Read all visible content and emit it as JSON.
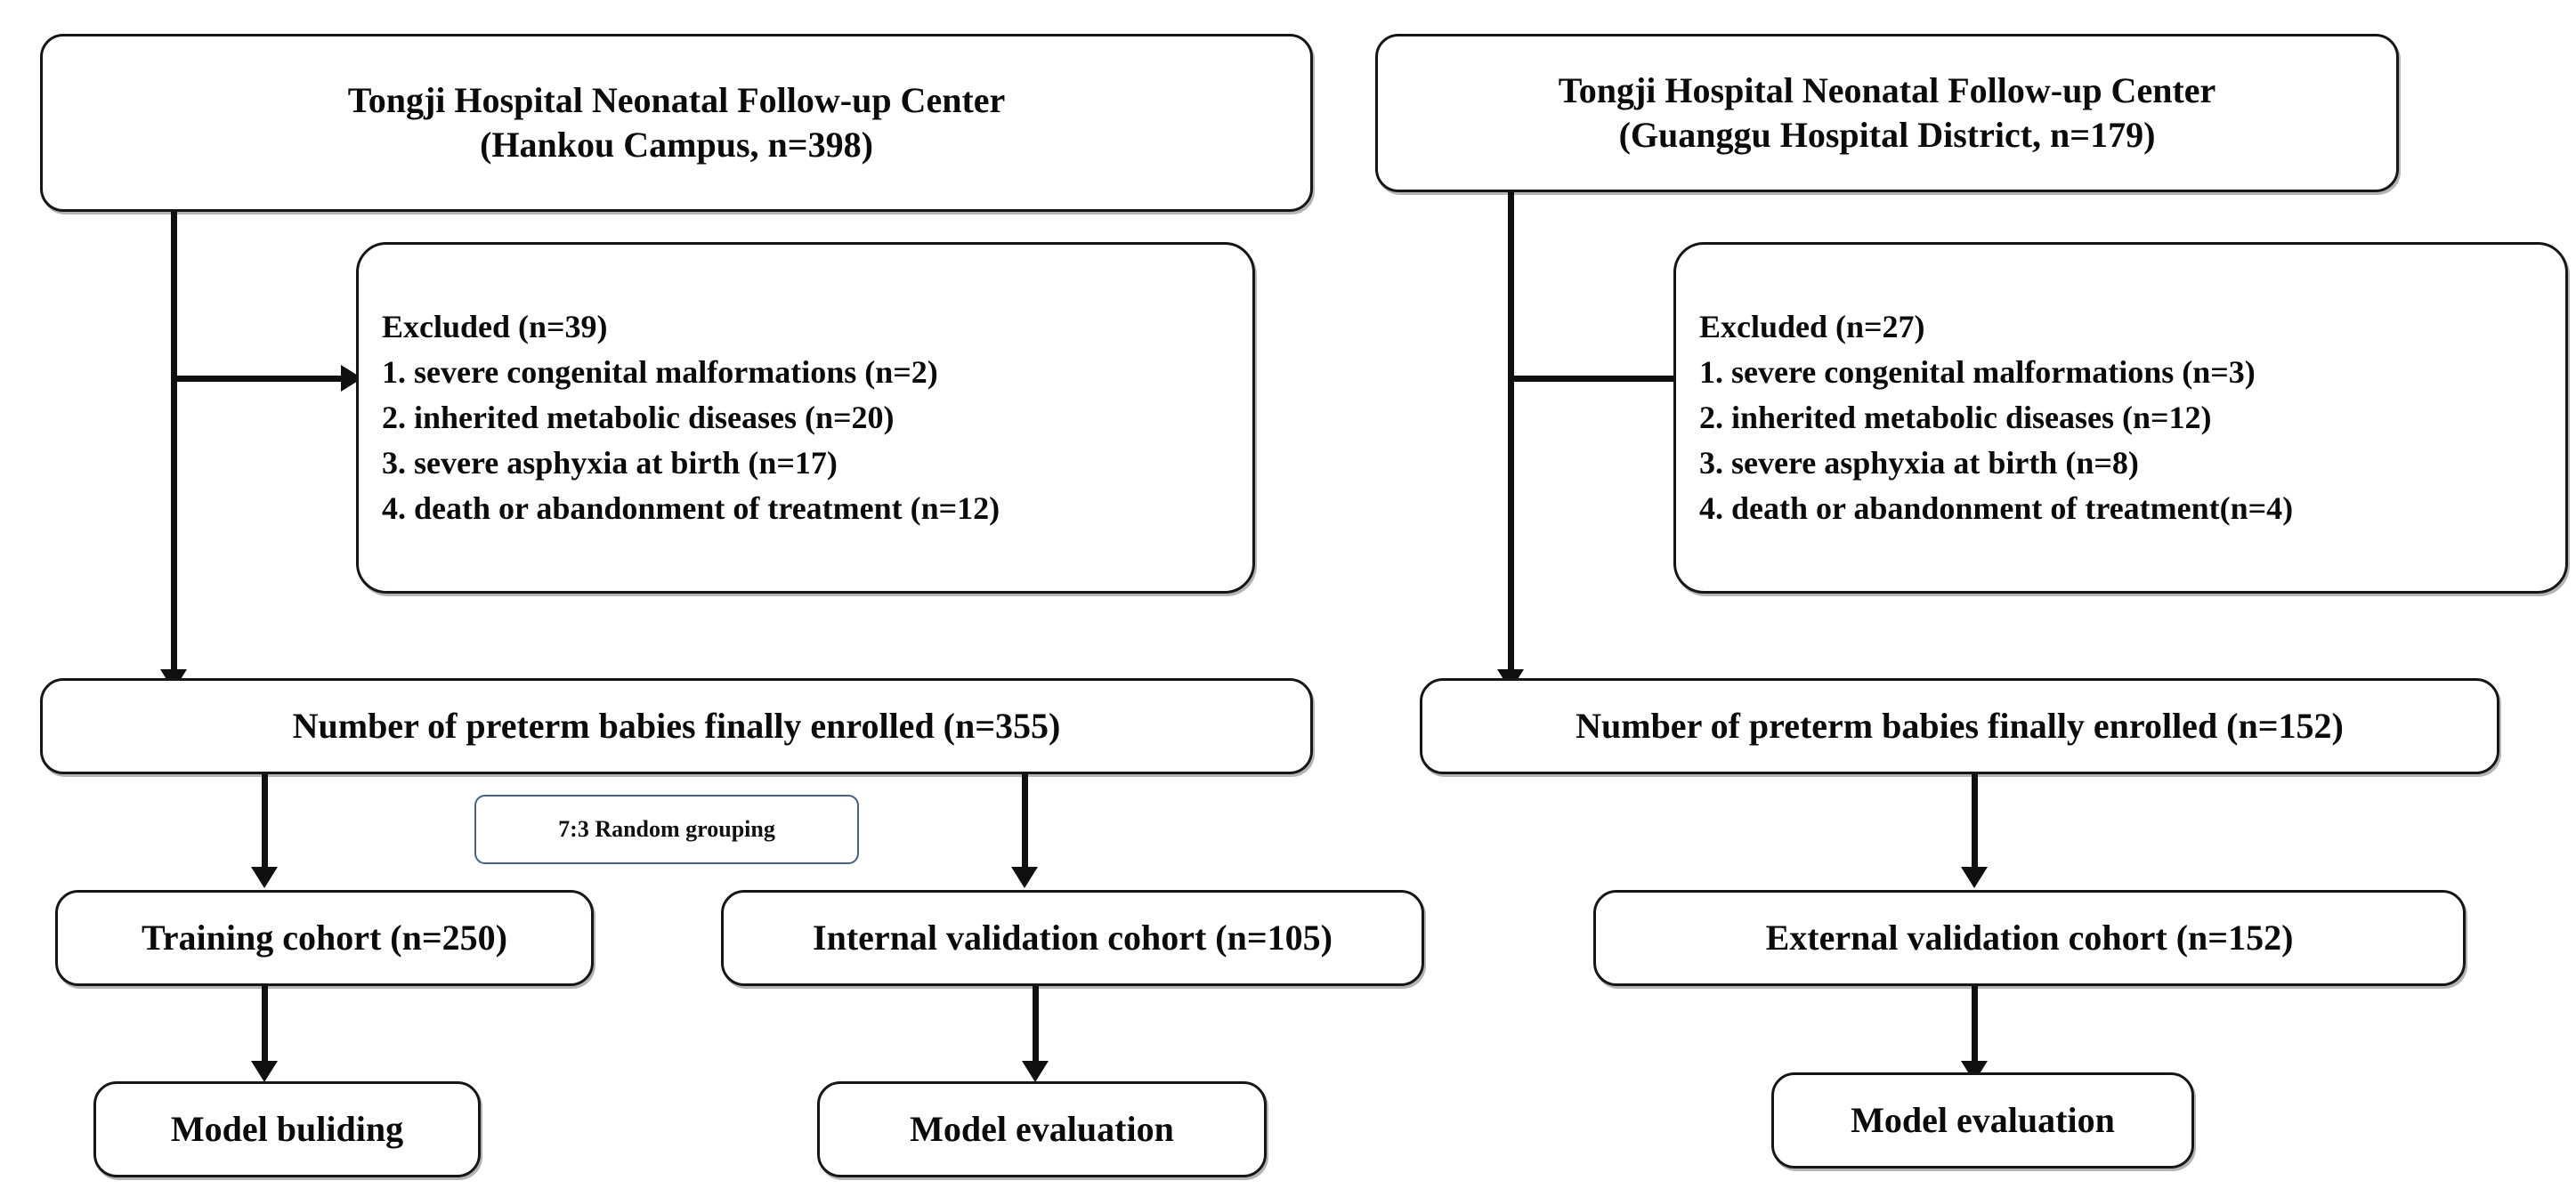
{
  "diagram": {
    "title": "Study flow diagram of preterm infant cohorts",
    "colors": {
      "box_border": "#161616",
      "note_border": "#41618a",
      "connector": "#101010",
      "background": "#ffffff",
      "text": "#0b0b0b"
    },
    "left_branch": {
      "source": {
        "line1": "Tongji Hospital Neonatal Follow-up Center",
        "line2": "(Hankou Campus, n=398)"
      },
      "excluded": {
        "heading": "Excluded (n=39)",
        "items": [
          "1. severe congenital malformations (n=2)",
          "2. inherited metabolic diseases (n=20)",
          "3. severe asphyxia at birth (n=17)",
          "4. death or abandonment of treatment (n=12)"
        ]
      },
      "enrolled": "Number of preterm babies finally enrolled (n=355)",
      "split_note": "7:3 Random grouping",
      "training_cohort": "Training cohort (n=250)",
      "internal_validation_cohort": "Internal validation cohort (n=105)",
      "model_building": "Model buliding",
      "model_evaluation": "Model evaluation"
    },
    "right_branch": {
      "source": {
        "line1": "Tongji Hospital Neonatal Follow-up Center",
        "line2": "(Guanggu Hospital District, n=179)"
      },
      "excluded": {
        "heading": "Excluded (n=27)",
        "items": [
          "1. severe congenital malformations (n=3)",
          "2. inherited metabolic diseases (n=12)",
          "3. severe asphyxia at birth (n=8)",
          "4. death or abandonment of treatment(n=4)"
        ]
      },
      "enrolled": "Number of preterm babies finally enrolled (n=152)",
      "external_validation_cohort": "External validation cohort (n=152)",
      "model_evaluation": "Model evaluation"
    },
    "chart_data": {
      "type": "diagram",
      "title": "Participant flow (CONSORT-style) diagram",
      "nodes": [
        {
          "id": "src_hankou",
          "label": "Tongji Hospital Neonatal Follow-up Center (Hankou Campus, n=398)",
          "n": 398
        },
        {
          "id": "excl_hankou",
          "label": "Excluded (n=39)",
          "n": 39
        },
        {
          "id": "enr_hankou",
          "label": "Number of preterm babies finally enrolled (n=355)",
          "n": 355
        },
        {
          "id": "training",
          "label": "Training cohort (n=250)",
          "n": 250
        },
        {
          "id": "internal",
          "label": "Internal validation cohort (n=105)",
          "n": 105
        },
        {
          "id": "model_build",
          "label": "Model buliding"
        },
        {
          "id": "model_eval_i",
          "label": "Model evaluation"
        },
        {
          "id": "src_guanggu",
          "label": "Tongji Hospital Neonatal Follow-up Center (Guanggu Hospital District, n=179)",
          "n": 179
        },
        {
          "id": "excl_guanggu",
          "label": "Excluded (n=27)",
          "n": 27
        },
        {
          "id": "enr_guanggu",
          "label": "Number of preterm babies finally enrolled (n=152)",
          "n": 152
        },
        {
          "id": "external",
          "label": "External validation cohort (n=152)",
          "n": 152
        },
        {
          "id": "model_eval_e",
          "label": "Model evaluation"
        }
      ],
      "edges": [
        {
          "from": "src_hankou",
          "to": "excl_hankou",
          "label": ""
        },
        {
          "from": "src_hankou",
          "to": "enr_hankou",
          "label": ""
        },
        {
          "from": "enr_hankou",
          "to": "training",
          "label": "7:3 Random grouping"
        },
        {
          "from": "enr_hankou",
          "to": "internal",
          "label": "7:3 Random grouping"
        },
        {
          "from": "training",
          "to": "model_build",
          "label": ""
        },
        {
          "from": "internal",
          "to": "model_eval_i",
          "label": ""
        },
        {
          "from": "src_guanggu",
          "to": "excl_guanggu",
          "label": ""
        },
        {
          "from": "src_guanggu",
          "to": "enr_guanggu",
          "label": ""
        },
        {
          "from": "enr_guanggu",
          "to": "external",
          "label": ""
        },
        {
          "from": "external",
          "to": "model_eval_e",
          "label": ""
        }
      ]
    }
  }
}
